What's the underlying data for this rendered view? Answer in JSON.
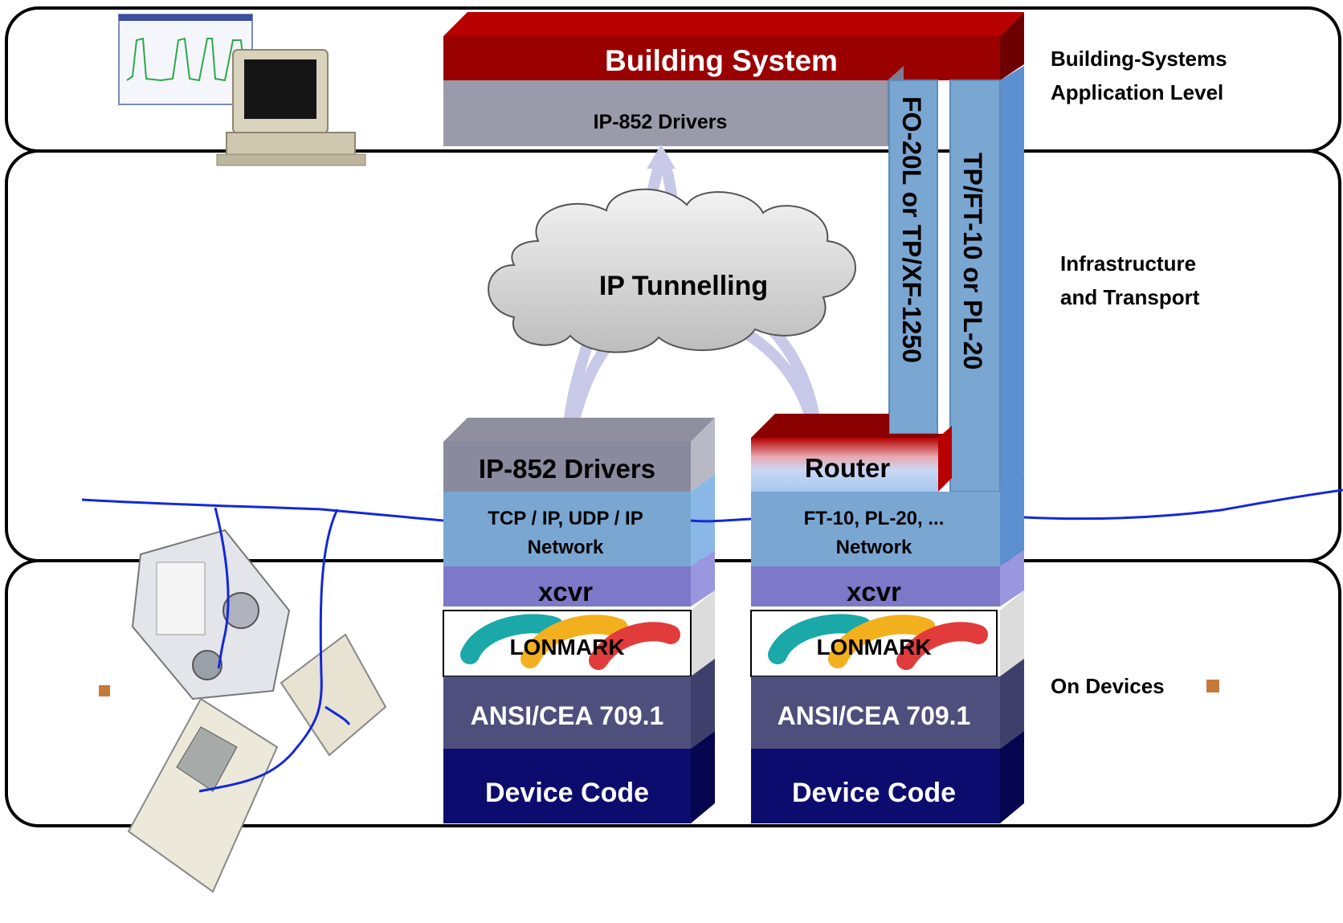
{
  "levels": {
    "application": [
      "Building-Systems",
      "Application Level"
    ],
    "infrastructure": [
      "Infrastructure",
      "and Transport"
    ],
    "devices": "On Devices"
  },
  "top_stack": {
    "building_system": "Building System",
    "ip852_drivers": "IP-852 Drivers"
  },
  "cloud": "IP Tunnelling",
  "vertical_bars": {
    "fo": "FO-20L    or    TP/XF-1250",
    "tp": "TP/FT-10     or     PL-20"
  },
  "left_stack": {
    "drivers": "IP-852 Drivers",
    "network": [
      "TCP / IP,  UDP / IP",
      "Network"
    ],
    "xcvr": "xcvr",
    "lonmark": "LONMARK",
    "ansi": "ANSI/CEA 709.1",
    "device_code": "Device Code"
  },
  "right_stack": {
    "router": "Router",
    "network": [
      "FT-10,  PL-20,  ...",
      "Network"
    ],
    "xcvr": "xcvr",
    "lonmark": "LONMARK",
    "ansi": "ANSI/CEA 709.1",
    "device_code": "Device Code"
  },
  "colors": {
    "building_red": "#9b0000",
    "drivers_gray": "#9a9aaa",
    "network_blue": "#7aa6d2",
    "xcvr_purple": "#7e78c8",
    "ansi_slate": "#4f4f7d",
    "device_navy": "#0c0c6e",
    "wire_blue": "#1428d8"
  }
}
